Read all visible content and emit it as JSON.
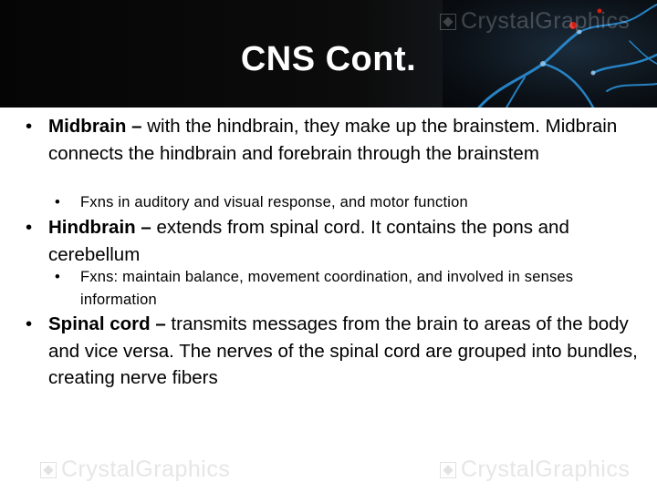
{
  "slide": {
    "title": "CNS Cont.",
    "watermark": "CrystalGraphics",
    "bullets": [
      {
        "term": "Midbrain –",
        "text": " with the hindbrain, they make up the brainstem. Midbrain connects the hindbrain and forebrain through the brainstem",
        "sub": "Fxns in auditory and visual response, and motor function"
      },
      {
        "term": "Hindbrain –",
        "text": " extends from spinal cord. It contains the pons and cerebellum",
        "sub": "Fxns: maintain balance, movement coordination, and involved in senses information"
      },
      {
        "term": "Spinal cord –",
        "text": " transmits messages from the brain to areas of the body and vice versa. The nerves of the spinal cord are grouped into bundles, creating nerve fibers"
      }
    ]
  },
  "colors": {
    "header_bg": "#050505",
    "title": "#ffffff",
    "accent_red": "#d21e14",
    "neuron_blue": "#2a8fd6"
  },
  "icons": {
    "bullet": "•",
    "watermark_logo": "crystalgraphics-logo-icon",
    "header_image": "neuron-illustration"
  }
}
